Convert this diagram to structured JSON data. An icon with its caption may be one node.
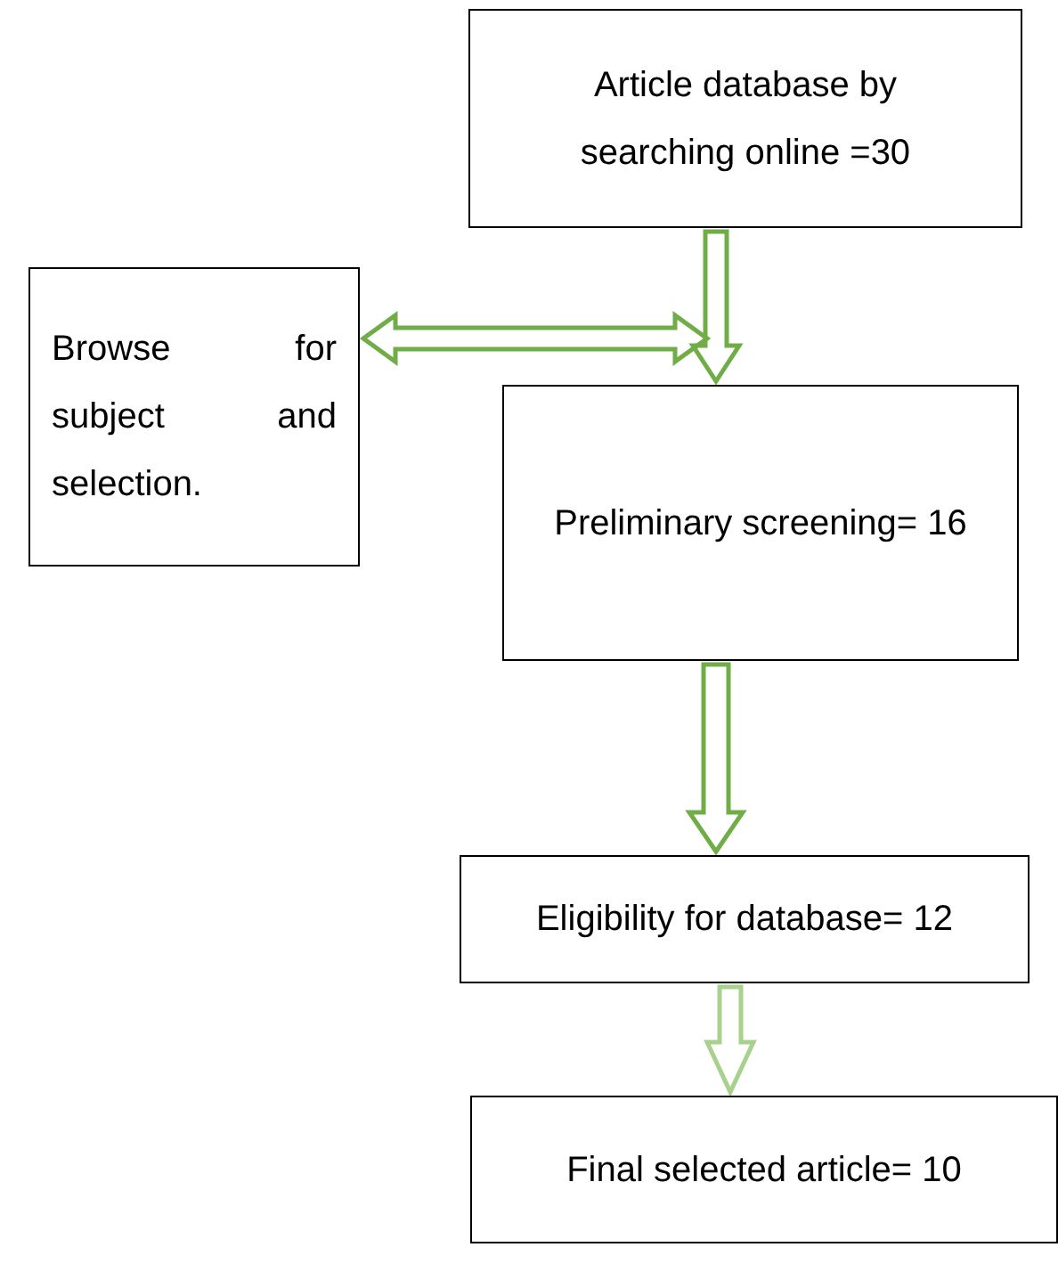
{
  "diagram": {
    "nodes": [
      {
        "text": [
          "Article database by searching online =30"
        ]
      },
      {
        "text": [
          "Browse for subject and selection."
        ]
      },
      {
        "text": [
          "Preliminary screening= 16"
        ]
      },
      {
        "text": [
          "Eligibility for database= 12"
        ]
      },
      {
        "text": [
          "Final selected article= 10"
        ]
      }
    ],
    "edges": [
      {
        "from": 0,
        "to": 2,
        "arrow": "to"
      },
      {
        "from": 1,
        "to": null,
        "arrow": "both"
      },
      {
        "from": 2,
        "to": 3,
        "arrow": "to"
      },
      {
        "from": 3,
        "to": 4,
        "arrow": "to",
        "color": "#a9d18e"
      }
    ]
  }
}
